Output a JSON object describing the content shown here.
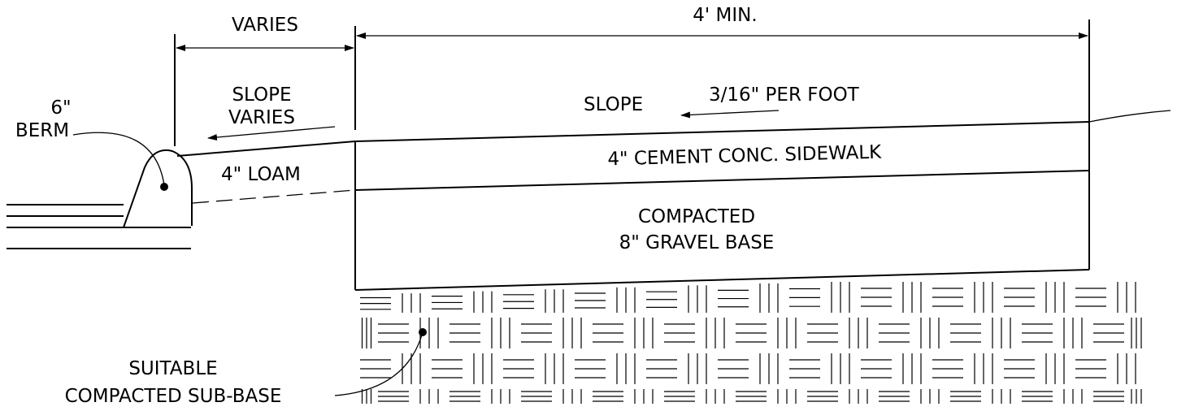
{
  "labels": {
    "varies": "VARIES",
    "min_width": "4' MIN.",
    "slope_varies_1": "SLOPE",
    "slope_varies_2": "VARIES",
    "slope": "SLOPE",
    "slope_rate": "3/16\" PER FOOT",
    "berm_size": "6\"",
    "berm": "BERM",
    "loam": "4\" LOAM",
    "sidewalk": "4\" CEMENT CONC. SIDEWALK",
    "gravel_1": "COMPACTED",
    "gravel_2": "8\" GRAVEL BASE",
    "subbase_1": "SUITABLE",
    "subbase_2": "COMPACTED SUB-BASE"
  },
  "colors": {
    "ink": "#000000",
    "background": "#ffffff"
  },
  "icons": {
    "arrow": "arrowhead",
    "leader_dot": "filled-dot"
  }
}
